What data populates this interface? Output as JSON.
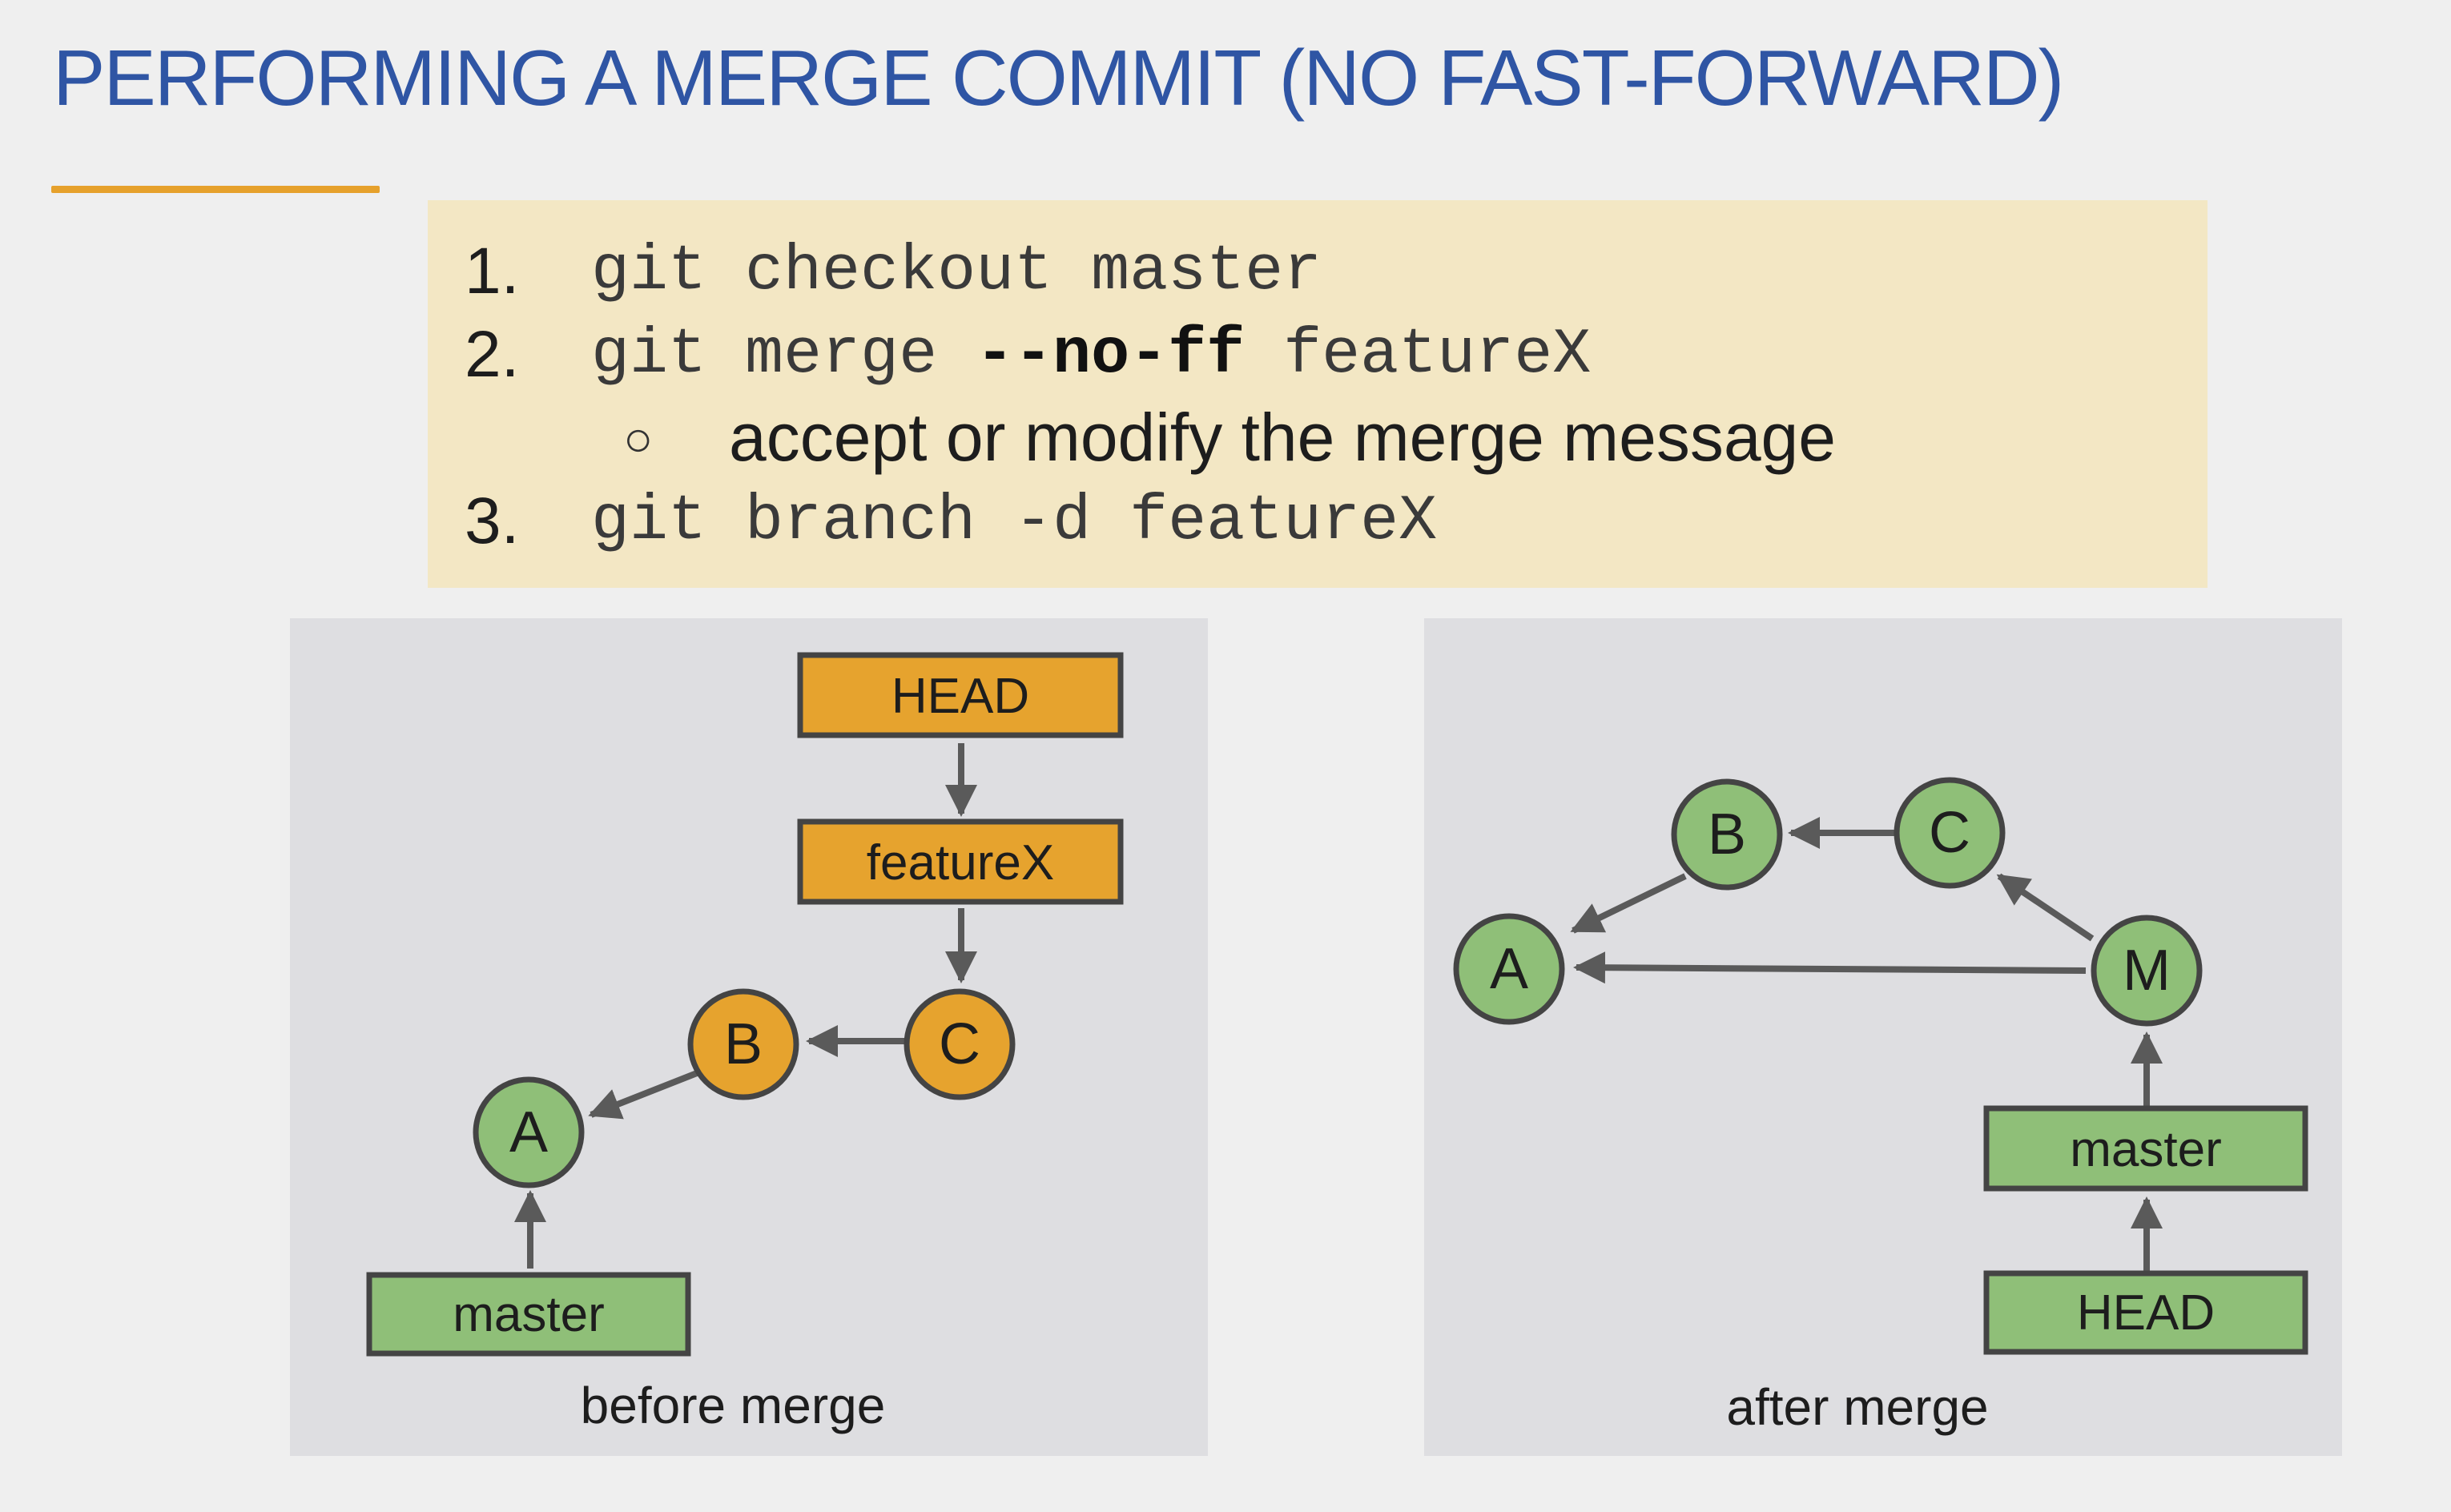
{
  "title": "PERFORMING A MERGE COMMIT (NO FAST-FORWARD)",
  "steps": [
    {
      "num": "1.",
      "cmd_prefix": "git checkout master",
      "cmd_bold": "",
      "cmd_suffix": ""
    },
    {
      "num": "2.",
      "cmd_prefix": "git merge ",
      "cmd_bold": "--no-ff",
      "cmd_suffix": " featureX"
    },
    {
      "num": "3.",
      "cmd_prefix": "git branch -d featureX",
      "cmd_bold": "",
      "cmd_suffix": ""
    }
  ],
  "sub_step": {
    "bullet": "○",
    "text": "accept or modify the merge message"
  },
  "before": {
    "caption": "before merge",
    "refs": {
      "head": "HEAD",
      "feature": "featureX",
      "master": "master"
    },
    "commits": {
      "a": "A",
      "b": "B",
      "c": "C"
    }
  },
  "after": {
    "caption": "after merge",
    "refs": {
      "master": "master",
      "head": "HEAD"
    },
    "commits": {
      "a": "A",
      "b": "B",
      "c": "C",
      "m": "M"
    }
  },
  "colors": {
    "title": "#2f55a4",
    "accent": "#e6a12c",
    "steps_bg": "#f3e7c4",
    "panel_bg": "#dedee1",
    "orange_fill": "#e6a32e",
    "green_fill": "#8fbf78",
    "outline": "#444444",
    "arrow": "#5a5a5a"
  }
}
